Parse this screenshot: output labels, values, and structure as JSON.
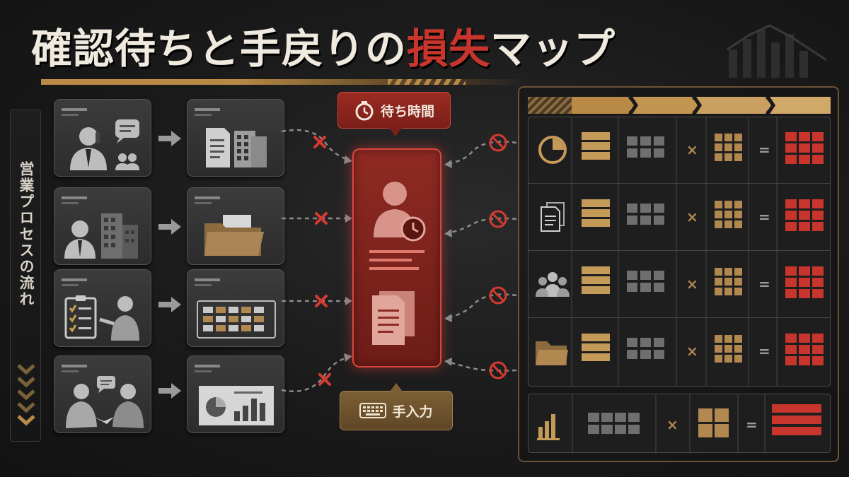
{
  "title": {
    "main": "確認待ちと手戻りの",
    "accent": "損失",
    "tail": "マップ"
  },
  "flow_label": "営業プロセスの流れ",
  "center_box": {
    "top_bubble": {
      "label": "待ち時間",
      "icon": "stopwatch-icon"
    },
    "bottom_bubble": {
      "label": "手入力",
      "icon": "keyboard-icon"
    },
    "icons": [
      "person-clock-icon",
      "document-stack-icon"
    ]
  },
  "process_steps": [
    {
      "scene_icon": "phone-call-businessman-icon",
      "output_icon": "documents-grid-icon"
    },
    {
      "scene_icon": "businessman-office-building-icon",
      "output_icon": "folder-icon"
    },
    {
      "scene_icon": "checklist-presenter-icon",
      "output_icon": "schedule-grid-icon"
    },
    {
      "scene_icon": "handshake-meeting-icon",
      "output_icon": "report-chart-icon"
    }
  ],
  "loss_table": {
    "rows": [
      {
        "icon": "clock-pie-icon"
      },
      {
        "icon": "documents-icon"
      },
      {
        "icon": "people-group-icon"
      },
      {
        "icon": "folder-icon"
      }
    ],
    "operators": {
      "times": "×",
      "equals": "="
    },
    "summary_icon": "bar-chart-icon"
  },
  "colors": {
    "accent_red": "#c8352d",
    "gold": "#b88a45",
    "panel": "#343435"
  }
}
